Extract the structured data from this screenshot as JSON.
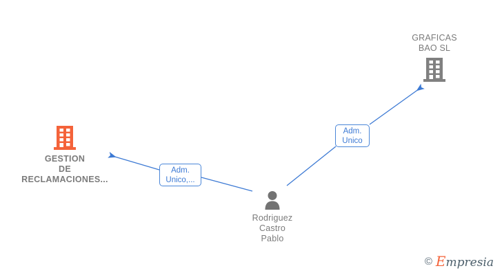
{
  "graph": {
    "nodes": [
      {
        "id": "gestion",
        "icon": "company-building-icon",
        "icon_color": "#f4633a",
        "label": "GESTION\nDE\nRECLAMACIONES...",
        "type": "company"
      },
      {
        "id": "graficas",
        "icon": "company-building-icon",
        "icon_color": "#808080",
        "label": "GRAFICAS\nBAO  SL",
        "type": "company"
      },
      {
        "id": "person",
        "icon": "person-avatar-icon",
        "icon_color": "#737373",
        "label": "Rodriguez\nCastro\nPablo",
        "type": "person"
      }
    ],
    "edges": [
      {
        "id": "edge-left",
        "from": "person",
        "to": "gestion",
        "label": "Adm.\nUnico,...",
        "color": "#3d7ad4"
      },
      {
        "id": "edge-right",
        "from": "person",
        "to": "graficas",
        "label": "Adm.\nUnico",
        "color": "#3d7ad4"
      }
    ]
  },
  "watermark": {
    "copyright": "©",
    "brand_initial": "E",
    "brand_rest": "mpresia"
  }
}
